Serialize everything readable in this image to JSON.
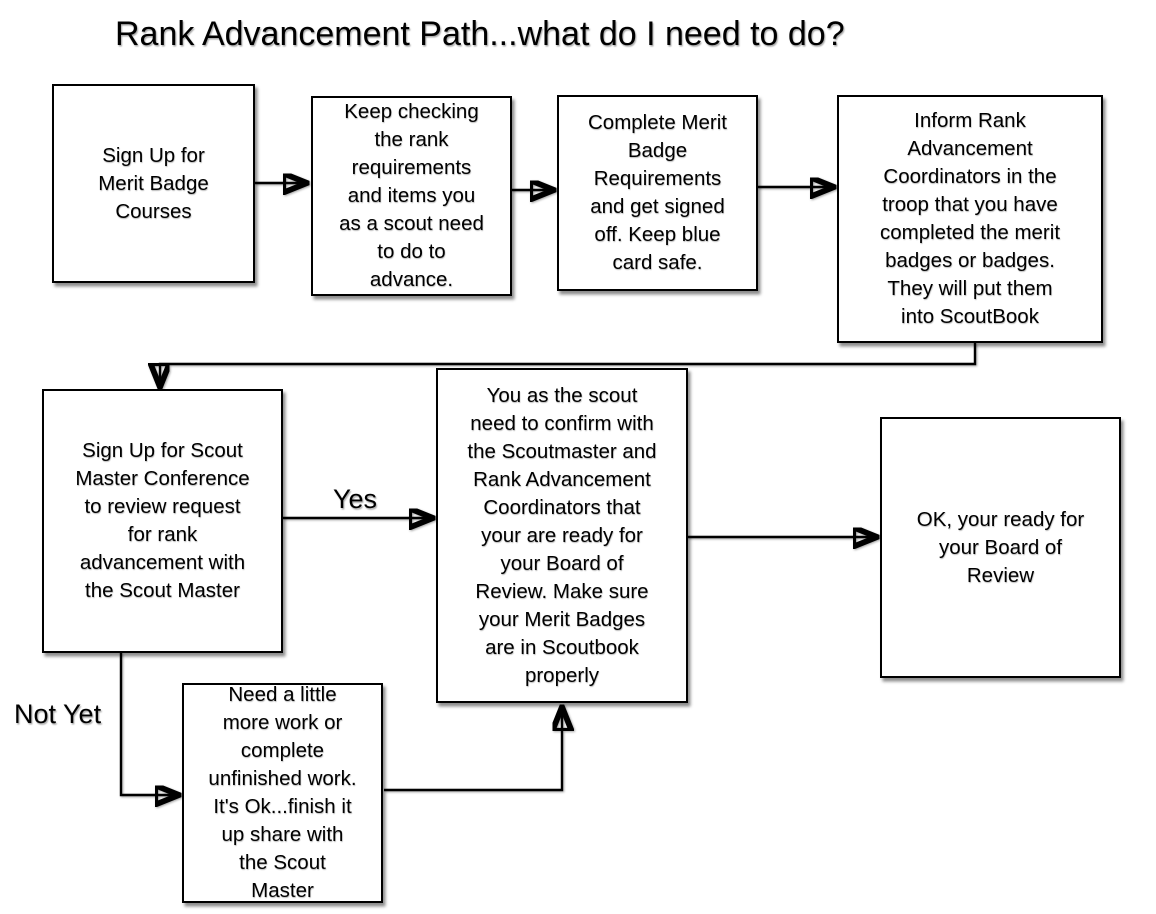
{
  "title": "Rank Advancement Path...what do I need to do?",
  "flowchart": {
    "type": "flowchart",
    "colors": {
      "background": "#ffffff",
      "box_fill": "#ffffff",
      "box_border": "#000000",
      "text": "#000000"
    },
    "nodes": [
      {
        "id": "sign-up-merit-badge-courses",
        "text": "Sign Up for\nMerit Badge\nCourses"
      },
      {
        "id": "keep-checking-rank-requirements",
        "text": "Keep checking\nthe rank\nrequirements\nand items you\nas a scout need\nto do to\nadvance."
      },
      {
        "id": "complete-merit-badge-requirements",
        "text": "Complete Merit\nBadge\nRequirements\nand get signed\noff.  Keep blue\ncard safe."
      },
      {
        "id": "inform-rank-advancement-coordinators",
        "text": "Inform Rank\nAdvancement\nCoordinators in the\ntroop that you have\ncompleted the merit\nbadges or badges.\nThey will put them\ninto ScoutBook"
      },
      {
        "id": "sign-up-scoutmaster-conference",
        "text": "Sign Up for Scout\nMaster Conference\nto review request\nfor rank\nadvancement with\nthe Scout Master"
      },
      {
        "id": "confirm-ready-with-scoutmaster",
        "text": "You as the scout\nneed to confirm with\nthe Scoutmaster and\nRank Advancement\nCoordinators that\nyour are ready for\nyour Board of\nReview.  Make sure\nyour Merit Badges\nare in Scoutbook\nproperly"
      },
      {
        "id": "need-more-work",
        "text": "Need  a little\nmore work or\ncomplete\nunfinished work.\nIt's Ok...finish it\nup share with\nthe Scout\nMaster"
      },
      {
        "id": "ready-for-board-of-review",
        "text": "OK, your ready for\nyour Board of\nReview"
      }
    ],
    "edge_labels": [
      {
        "id": "yes",
        "text": "Yes"
      },
      {
        "id": "not-yet",
        "text": "Not Yet"
      }
    ],
    "edges": [
      {
        "from": "sign-up-merit-badge-courses",
        "to": "keep-checking-rank-requirements"
      },
      {
        "from": "keep-checking-rank-requirements",
        "to": "complete-merit-badge-requirements"
      },
      {
        "from": "complete-merit-badge-requirements",
        "to": "inform-rank-advancement-coordinators"
      },
      {
        "from": "inform-rank-advancement-coordinators",
        "to": "sign-up-scoutmaster-conference"
      },
      {
        "from": "sign-up-scoutmaster-conference",
        "to": "confirm-ready-with-scoutmaster",
        "label": "Yes"
      },
      {
        "from": "sign-up-scoutmaster-conference",
        "to": "need-more-work",
        "label": "Not Yet"
      },
      {
        "from": "need-more-work",
        "to": "confirm-ready-with-scoutmaster"
      },
      {
        "from": "confirm-ready-with-scoutmaster",
        "to": "ready-for-board-of-review"
      }
    ]
  }
}
